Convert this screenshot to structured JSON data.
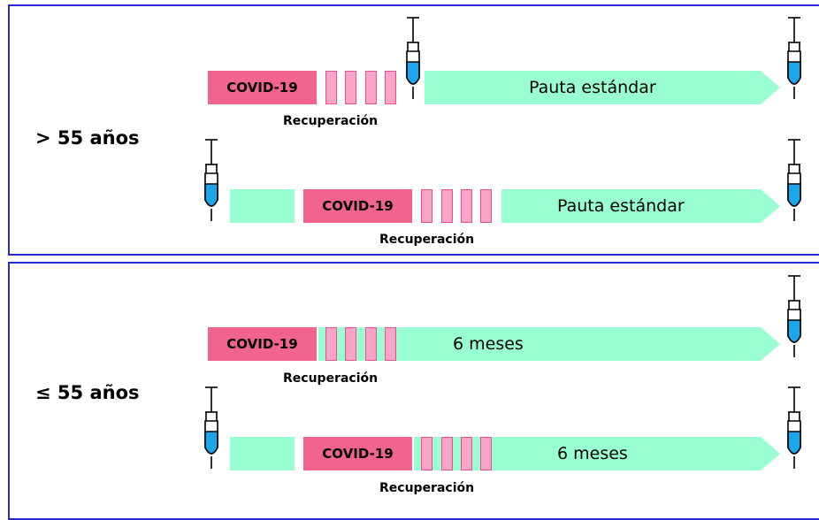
{
  "panels": {
    "top": {
      "group_label": "> 55 años",
      "row1": {
        "covid": "COVID-19",
        "recovery": "Recuperación",
        "arrow": "Pauta estándar"
      },
      "row2": {
        "covid": "COVID-19",
        "recovery": "Recuperación",
        "arrow": "Pauta estándar"
      }
    },
    "bottom": {
      "group_label": "≤ 55 años",
      "row1": {
        "covid": "COVID-19",
        "recovery": "Recuperación",
        "arrow": "6 meses"
      },
      "row2": {
        "covid": "COVID-19",
        "recovery": "Recuperación",
        "arrow": "6 meses"
      }
    }
  },
  "colors": {
    "panel_border": "#2a2ad6",
    "covid": "#f0648e",
    "recovery_fill": "#f9a4c8",
    "recovery_border": "#e8508a",
    "green": "#99ffd2",
    "vaccine_liquid": "#1aa6e8"
  },
  "icons": {
    "vaccine": "syringe-icon"
  }
}
